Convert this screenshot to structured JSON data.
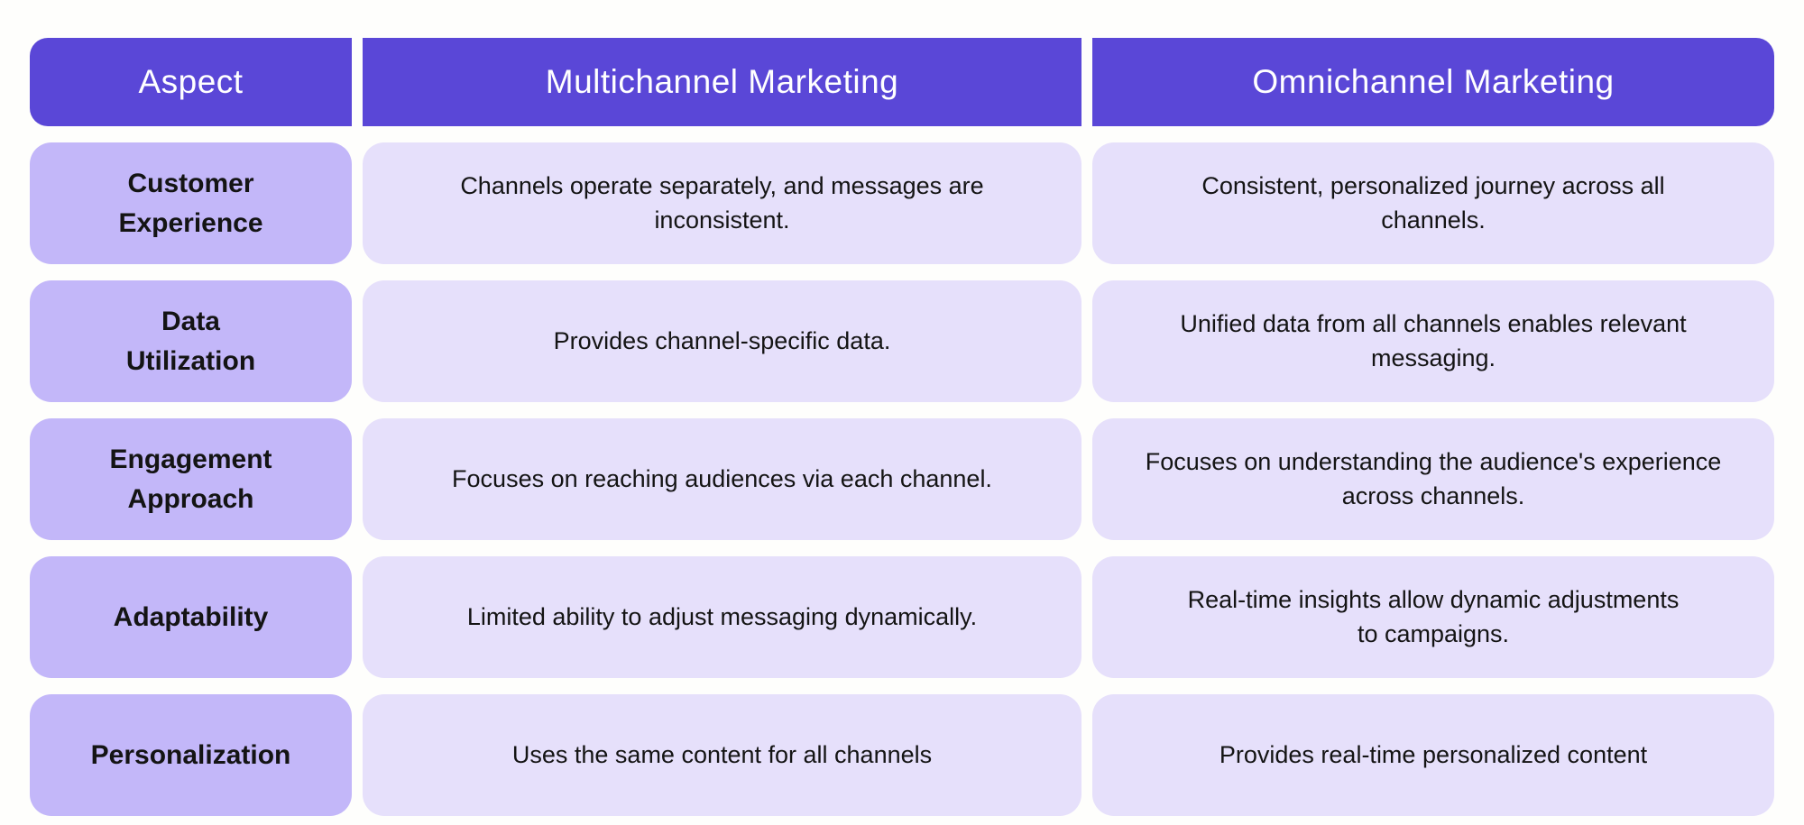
{
  "colors": {
    "header_bg": "#5A47D7",
    "aspect_bg": "#C3B7F9",
    "cell_bg": "#E6E0FB",
    "header_text": "#FFFFFF",
    "body_text": "#141414",
    "page_bg": "#FEFEFC"
  },
  "chart_data": {
    "type": "table",
    "columns": [
      "Aspect",
      "Multichannel Marketing",
      "Omnichannel Marketing"
    ],
    "rows": [
      {
        "aspect": "Customer\nExperience",
        "multichannel": "Channels operate separately, and messages are\ninconsistent.",
        "omnichannel": "Consistent, personalized journey across all\nchannels."
      },
      {
        "aspect": "Data\nUtilization",
        "multichannel": "Provides channel-specific data.",
        "omnichannel": "Unified data from all channels enables relevant\nmessaging."
      },
      {
        "aspect": "Engagement\nApproach",
        "multichannel": "Focuses on reaching audiences via each channel.",
        "omnichannel": "Focuses on understanding the audience's experience\nacross channels."
      },
      {
        "aspect": "Adaptability",
        "multichannel": "Limited ability to adjust messaging dynamically.",
        "omnichannel": "Real-time insights allow dynamic adjustments\nto campaigns."
      },
      {
        "aspect": "Personalization",
        "multichannel": "Uses the same content for all channels",
        "omnichannel": "Provides real-time personalized content"
      }
    ]
  }
}
